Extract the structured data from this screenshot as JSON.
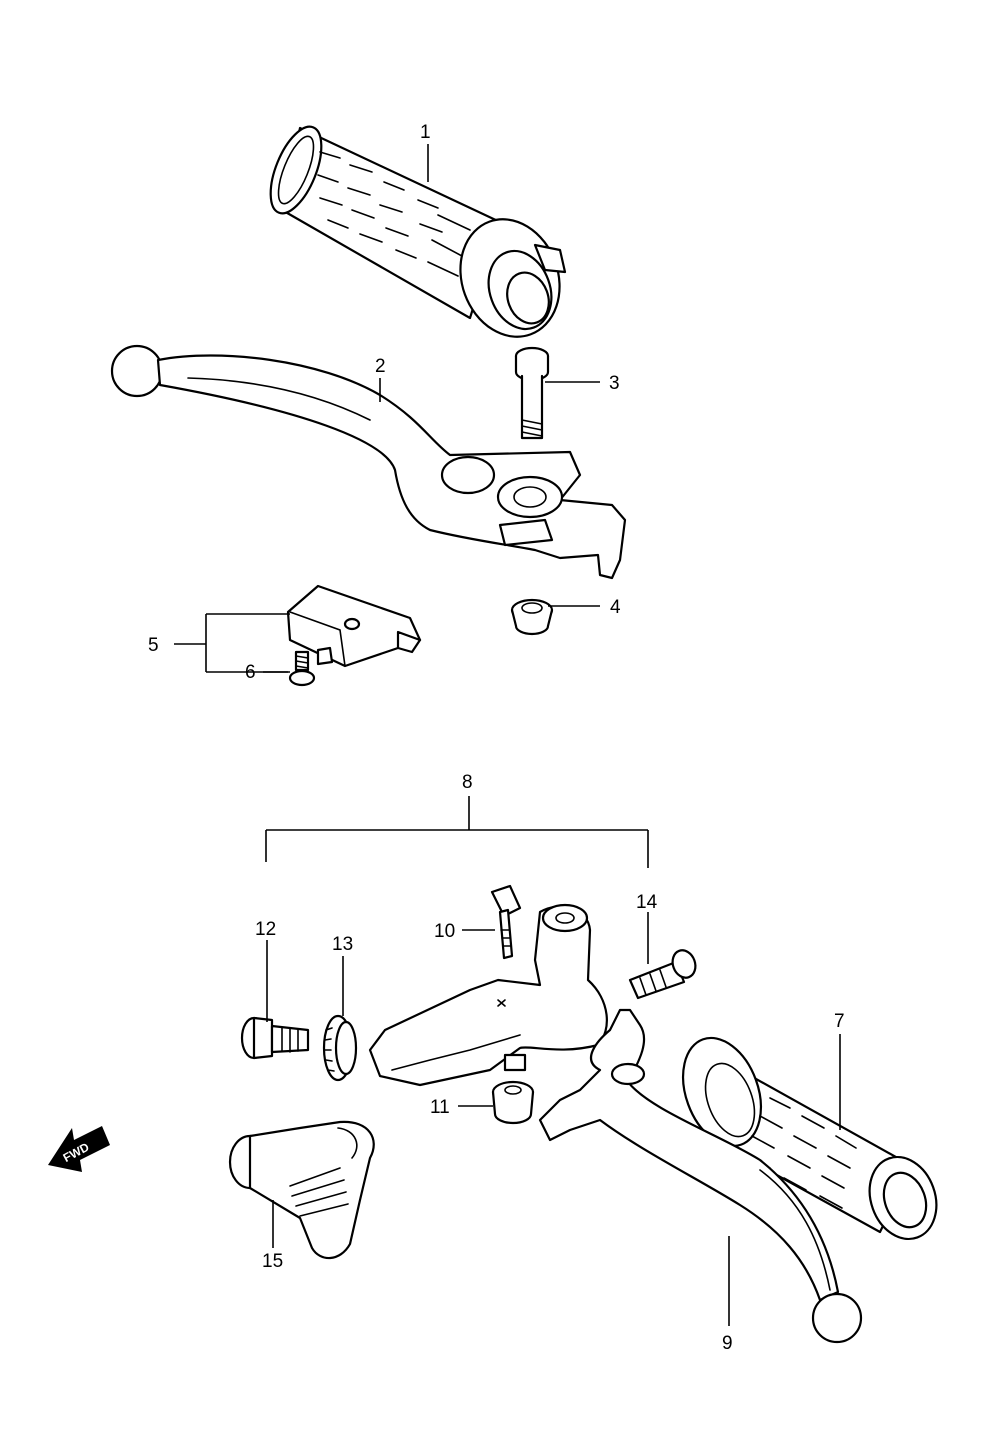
{
  "diagram": {
    "callouts": {
      "c1": "1",
      "c2": "2",
      "c3": "3",
      "c4": "4",
      "c5": "5",
      "c6": "6",
      "c7": "7",
      "c8": "8",
      "c9": "9",
      "c10": "10",
      "c11": "11",
      "c12": "12",
      "c13": "13",
      "c14": "14",
      "c15": "15"
    },
    "fwd_arrow": {
      "label": "FWD",
      "icon": "fwd-arrow-icon"
    }
  }
}
